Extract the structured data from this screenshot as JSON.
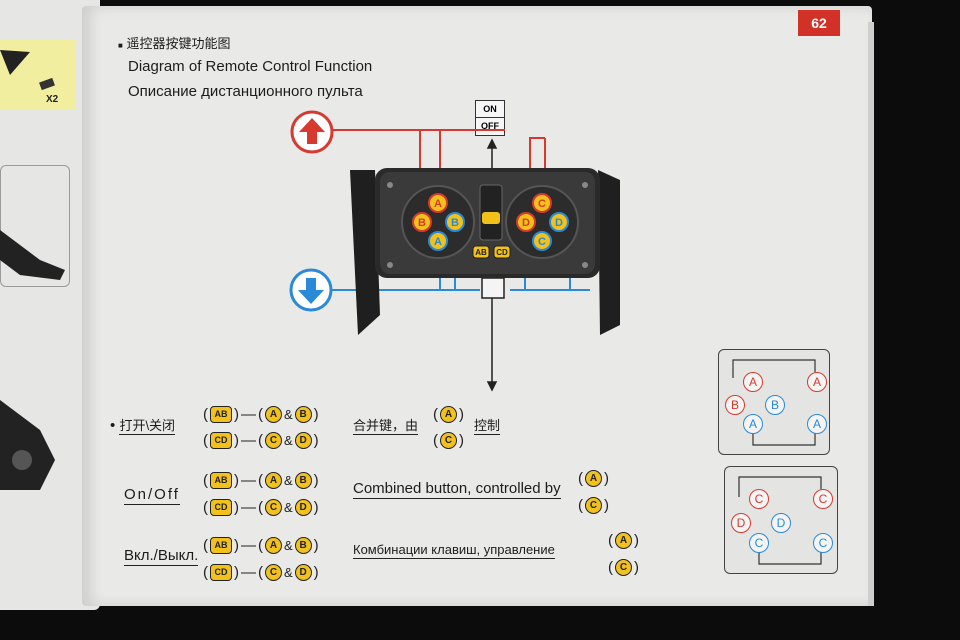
{
  "page_number": "62",
  "left_page": {
    "x2": "X2"
  },
  "title": {
    "cn": "遥控器按键功能图",
    "en": "Diagram of Remote Control Function",
    "ru": "Описание дистанционного пульта"
  },
  "switch": {
    "on": "ON",
    "off": "OFF"
  },
  "keys": {
    "a": "A",
    "b": "B",
    "c": "C",
    "d": "D",
    "ab": "AB",
    "cd": "CD"
  },
  "symbols": {
    "dash": "—",
    "amp": "&",
    "lp": "(",
    "rp": ")"
  },
  "rows": {
    "cn": {
      "label": "打开\\关闭",
      "desc": "合并键，由",
      "desc2": "控制"
    },
    "en": {
      "label": "On/Off",
      "desc": "Combined button, controlled by"
    },
    "ru": {
      "label": "Вкл./Выкл.",
      "desc": "Комбинации клавиш, управление"
    }
  },
  "colors": {
    "red": "#d63a2f",
    "blue": "#2a8ad8",
    "key_yellow": "#f2c21b",
    "page": "#e9e9e7",
    "badge": "#d23127"
  }
}
